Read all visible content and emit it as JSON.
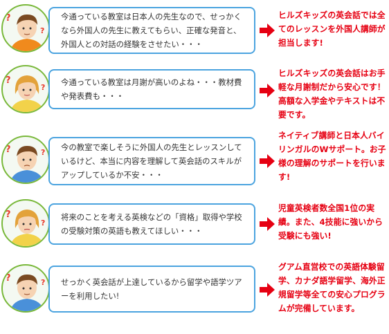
{
  "rows": [
    {
      "question": "今通っている教室は日本人の先生なので、せっかくなら外国人の先生に教えてもらい、正確な発音と、外国人との対話の経験をさせたい・・・",
      "answer": "ヒルズキッズの英会話では全てのレッスンを外国人講師が担当します!",
      "avatar": "father-thinking-icon"
    },
    {
      "question": "今通っている教室は月謝が高いのよね・・・教材費や発表費も・・・",
      "answer": "ヒルズキッズの英会話はお手軽な月謝制だから安心です！高額な入学金やテキストは不要です。",
      "avatar": "mother-thinking-icon"
    },
    {
      "question": "今の教室で楽しそうに外国人の先生とレッスンしているけど、本当に内容を理解して英会話のスキルがアップしているか不安・・・",
      "answer": "ネイティブ講師と日本人バイリンガルのWサポート。お子様の理解のサポートを行います!",
      "avatar": "father-worried-icon"
    },
    {
      "question": "将来のことを考える英検などの「資格」取得や学校の受験対策の英語も教えてほしい・・・",
      "answer": "児童英検者数全国1位の実績。また、4技能に強いから受験にも強い!",
      "avatar": "mother-pondering-icon"
    },
    {
      "question": "せっかく英会話が上達しているから留学や語学ツアーを利用したい!",
      "answer": "グアム直営校での英語体験留学、カナダ語学留学、海外正規留学等全ての安心プログラムが完備しています。",
      "avatar": "father-hoping-icon"
    }
  ],
  "colors": {
    "bubble_border": "#4aa3df",
    "avatar_ring": "#79b83a",
    "answer_text": "#e60012",
    "arrow": "#e60012",
    "question_mark": "#e8392b"
  }
}
